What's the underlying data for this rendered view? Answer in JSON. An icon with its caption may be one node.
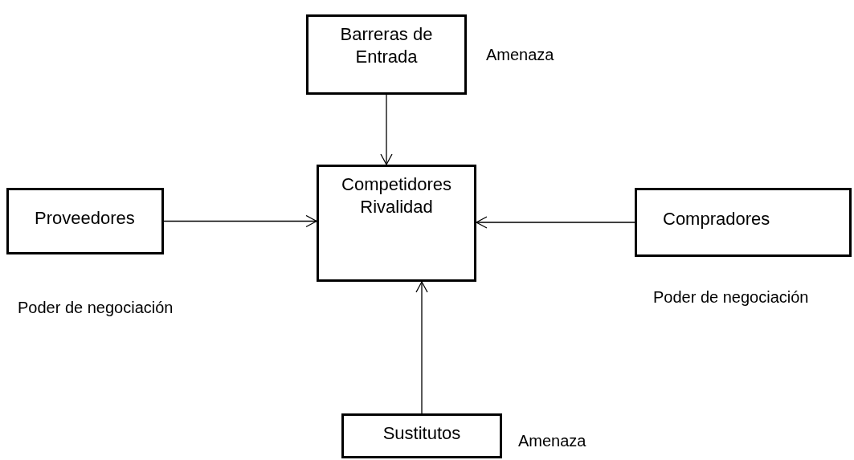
{
  "diagram": {
    "nodes": [
      {
        "text": [
          "Barreras de Entrada"
        ],
        "beside": [
          "Amenaza"
        ]
      },
      {
        "text": [
          "Competidores Rivalidad"
        ]
      },
      {
        "text": [
          "Proveedores"
        ],
        "beside": [
          "Poder de negociación"
        ]
      },
      {
        "text": [
          "Compradores"
        ],
        "beside": [
          "Poder de negociación"
        ]
      },
      {
        "text": [
          "Sustitutos"
        ],
        "beside": [
          "Amenaza"
        ]
      }
    ],
    "edges": [
      {
        "from": 0,
        "to": 1,
        "arrow": "to"
      },
      {
        "from": 2,
        "to": 1,
        "arrow": "to"
      },
      {
        "from": 3,
        "to": 1,
        "arrow": "to"
      },
      {
        "from": 4,
        "to": 1,
        "arrow": "to"
      }
    ]
  }
}
